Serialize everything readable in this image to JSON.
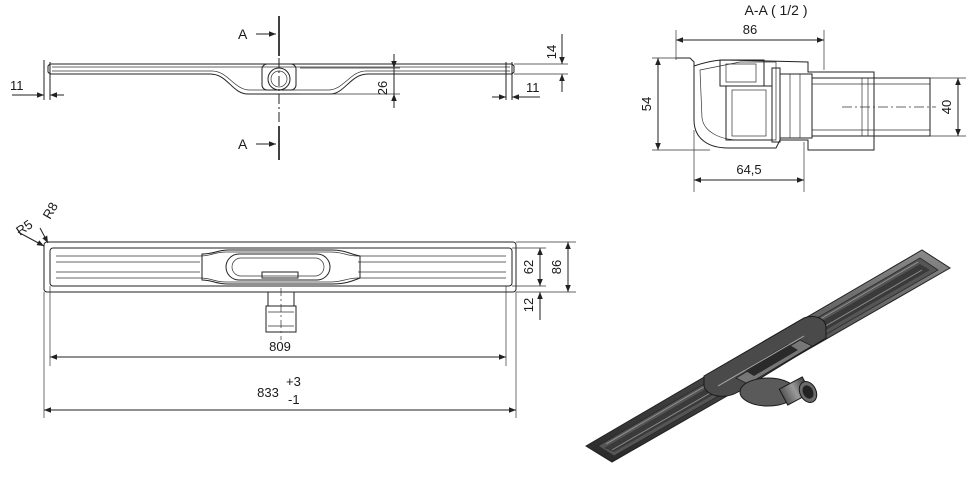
{
  "section": {
    "title": "A-A ( 1/2 )",
    "marker_top": "A",
    "marker_bottom": "A"
  },
  "top_view_dims": {
    "left_11": "11",
    "right_11": "11",
    "d14": "14",
    "d26": "26"
  },
  "section_dims": {
    "d86": "86",
    "d54": "54",
    "d40": "40",
    "d64_5": "64,5"
  },
  "plan_dims": {
    "r8": "R8",
    "r5": "R5",
    "d62": "62",
    "d86": "86",
    "d12": "12",
    "d809": "809",
    "d833": "833",
    "tol_plus": "+3",
    "tol_minus": "-1"
  },
  "colors": {
    "line": "#222222",
    "render_dark": "#3a3a3a",
    "render_mid": "#6a6a6a",
    "render_light": "#9a9a9a"
  }
}
